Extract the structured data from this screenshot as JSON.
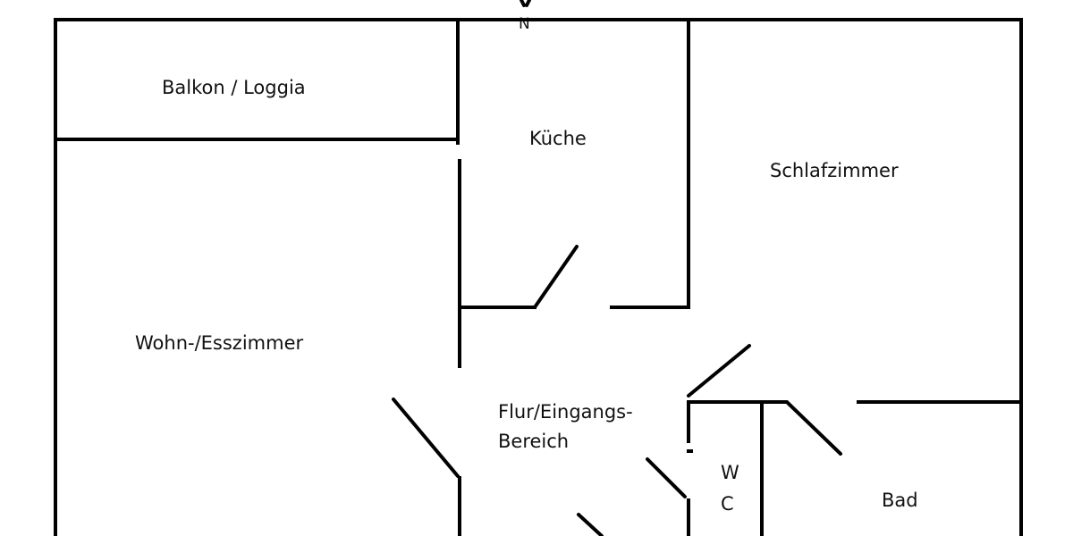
{
  "compass": {
    "label": "N"
  },
  "rooms": {
    "balkon": "Balkon / Loggia",
    "kueche": "Küche",
    "schlafzimmer": "Schlafzimmer",
    "wohnzimmer": "Wohn-/Esszimmer",
    "flur_line1": "Flur/Eingangs-",
    "flur_line2": "Bereich",
    "wc_line1": "W",
    "wc_line2": "C",
    "bad": "Bad"
  },
  "colors": {
    "walls": "#000000",
    "background": "#ffffff",
    "text": "#111111"
  }
}
